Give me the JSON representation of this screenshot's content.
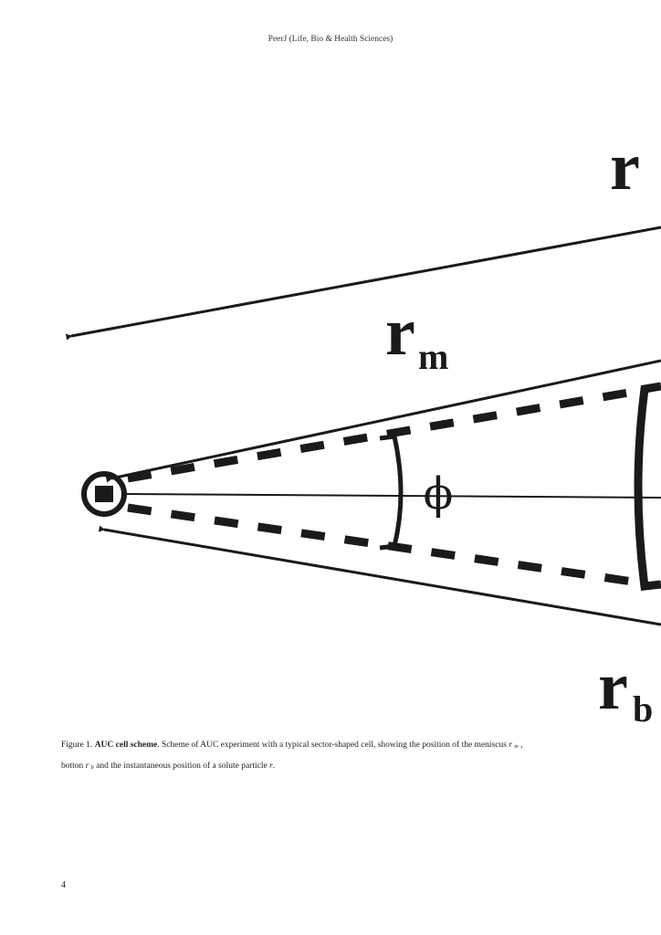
{
  "header": {
    "journal": "PeerJ (Life, Bio & Health Sciences)"
  },
  "figure": {
    "labels": {
      "r": "r",
      "r_m_base": "r",
      "r_m_sub": "m",
      "r_b_base": "r",
      "r_b_sub": "b",
      "phi": "ϕ"
    }
  },
  "caption": {
    "label": "Figure 1.",
    "title": "AUC cell scheme",
    "text_1": ". Scheme of AUC experiment with a typical sector-shaped cell, showing the position of the meniscus ",
    "rm_base": "r",
    "rm_sub": "m",
    "text_2": " ,",
    "text_3": "botton ",
    "rb_base": "r",
    "rb_sub": "b",
    "text_4": " and the instantaneous position of a solute particle ",
    "r_var": "r",
    "text_5": "."
  },
  "footer": {
    "page_number": "4"
  }
}
